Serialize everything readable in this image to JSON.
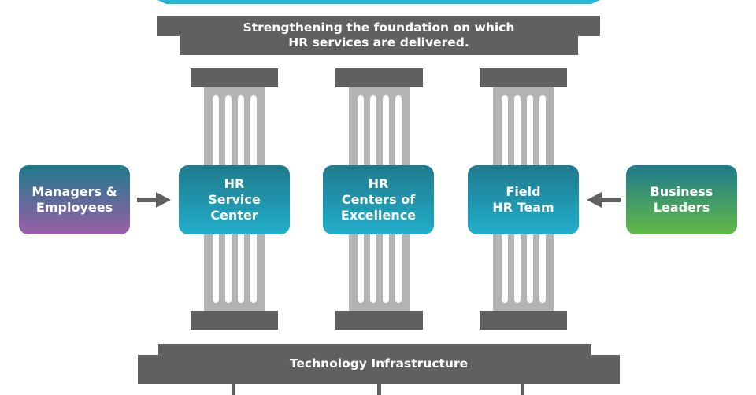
{
  "roof": {
    "line1": "Strengthening the foundation on which",
    "line2": "HR services are delivered."
  },
  "pillars": [
    {
      "lines": [
        "HR",
        "Service",
        "Center"
      ]
    },
    {
      "lines": [
        "HR",
        "Centers of",
        "Excellence"
      ]
    },
    {
      "lines": [
        "Field",
        "HR Team"
      ]
    }
  ],
  "left_box": {
    "lines": [
      "Managers &",
      "Employees"
    ]
  },
  "right_box": {
    "lines": [
      "Business",
      "Leaders"
    ]
  },
  "foundation": {
    "label": "Technology Infrastructure"
  },
  "colors": {
    "teal": "#22b8d6",
    "gray": "#5f6062",
    "purple": "#9b5ea8",
    "green": "#62b946"
  }
}
